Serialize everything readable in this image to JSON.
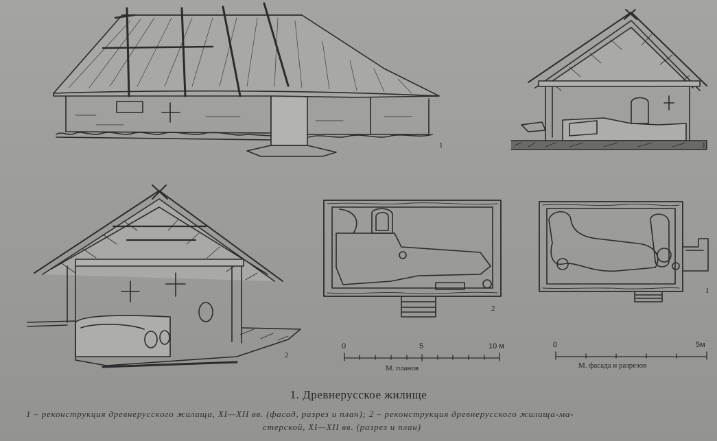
{
  "figure": {
    "title": "1. Древнерусское жилище",
    "caption_line1": "1 – реконструкция древнерусского жилища, XI—XII вв. (фасад, разрез и план); 2 – реконструкция древнерусского жилища-ма-",
    "caption_line2": "стерской, XI—XII вв. (разрез и план)"
  },
  "labels": {
    "facade": "1",
    "section_top": "1",
    "section_bottom": "2",
    "plan_2": "2",
    "plan_1": "1"
  },
  "scales": {
    "plans": {
      "start": "0",
      "mid": "5",
      "end": "10 м",
      "title": "М. планов"
    },
    "facade": {
      "start": "0",
      "end": "5м",
      "title": "М. фасада и разрезов"
    }
  }
}
